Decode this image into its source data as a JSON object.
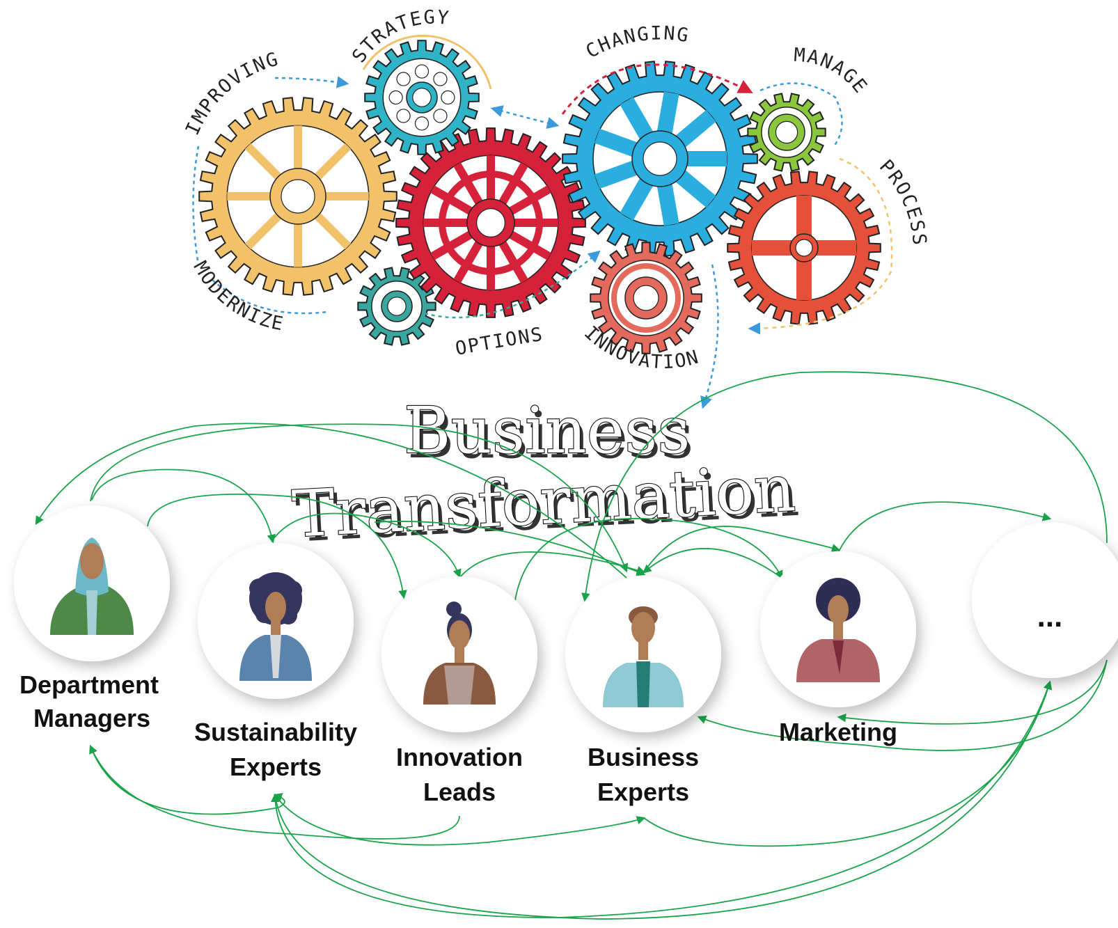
{
  "gear_labels": {
    "strategy": "STRATEGY",
    "improving": "IMPROVING",
    "changing": "CHANGING",
    "manage": "MANAGE",
    "process": "PROCESS",
    "modernize": "MODERNIZE",
    "options": "OPTIONS",
    "innovation": "INNOVATION"
  },
  "title": {
    "line1": "Business",
    "line2": "Transformation"
  },
  "colors": {
    "gear_yellow": "#f2c26b",
    "gear_teal": "#2fb3c7",
    "gear_red": "#d6213a",
    "gear_blue": "#2aaee0",
    "gear_green": "#8cc63f",
    "gear_orange_red": "#e4503a",
    "gear_salmon": "#e36a5d",
    "gear_small_teal": "#3aa6a0",
    "arrow_green": "#1aa34a",
    "arrow_blue_dotted": "#3b9ad9"
  },
  "roles": [
    {
      "id": "department-managers",
      "line1": "Department",
      "line2": "Managers",
      "icon": "woman-headscarf-icon"
    },
    {
      "id": "sustainability-experts",
      "line1": "Sustainability",
      "line2": "Experts",
      "icon": "woman-curly-hair-icon"
    },
    {
      "id": "innovation-leads",
      "line1": "Innovation",
      "line2": "Leads",
      "icon": "woman-bun-icon"
    },
    {
      "id": "business-experts",
      "line1": "Business",
      "line2": "Experts",
      "icon": "man-short-hair-icon"
    },
    {
      "id": "marketing",
      "line1": "Marketing",
      "line2": "",
      "icon": "woman-afro-icon"
    },
    {
      "id": "more",
      "line1": "...",
      "line2": "",
      "icon": ""
    }
  ]
}
